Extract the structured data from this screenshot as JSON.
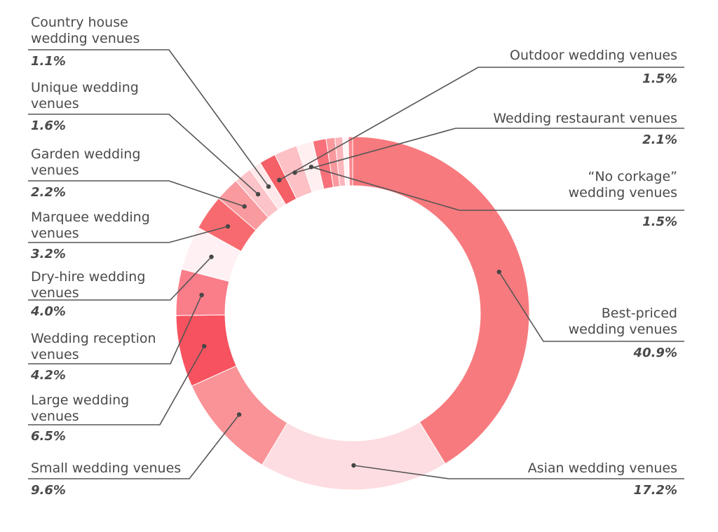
{
  "chart_data": {
    "type": "pie",
    "variant": "donut",
    "title": "",
    "legend": "none",
    "slices": [
      {
        "label": "Best-priced wedding venues",
        "value": 40.9,
        "value_label": "40.9%",
        "color": "#F77A7E"
      },
      {
        "label": "Asian wedding venues",
        "value": 17.2,
        "value_label": "17.2%",
        "color": "#FDDDE1"
      },
      {
        "label": "Small wedding venues",
        "value": 9.6,
        "value_label": "9.6%",
        "color": "#F99397"
      },
      {
        "label": "Large wedding venues",
        "value": 6.5,
        "value_label": "6.5%",
        "color": "#F7525F"
      },
      {
        "label": "Wedding reception venues",
        "value": 4.2,
        "value_label": "4.2%",
        "color": "#FA7D8A"
      },
      {
        "label": "Dry-hire wedding venues",
        "value": 4.0,
        "value_label": "4.0%",
        "color": "#FFF1F3"
      },
      {
        "label": "Marquee wedding venues",
        "value": 3.2,
        "value_label": "3.2%",
        "color": "#F76B70"
      },
      {
        "label": "Garden wedding venues",
        "value": 2.2,
        "value_label": "2.2%",
        "color": "#F99A9E"
      },
      {
        "label": "Unique wedding venues",
        "value": 1.6,
        "value_label": "1.6%",
        "color": "#FCC4C8"
      },
      {
        "label": "Country house wedding venues",
        "value": 1.1,
        "value_label": "1.1%",
        "color": "#FFE8EA"
      },
      {
        "label": "Outdoor wedding venues",
        "value": 1.5,
        "value_label": "1.5%",
        "color": "#F55F66"
      },
      {
        "label": "Wedding restaurant venues",
        "value": 2.1,
        "value_label": "2.1%",
        "color": "#FCC0C5"
      },
      {
        "label": "“No corkage” wedding venues",
        "value": 1.5,
        "value_label": "1.5%",
        "color": "#FFEFF1"
      },
      {
        "label": "",
        "value": 1.2,
        "value_label": "",
        "color": "#F7707A"
      },
      {
        "label": "",
        "value": 0.8,
        "value_label": "",
        "color": "#F9999E"
      },
      {
        "label": "",
        "value": 0.7,
        "value_label": "",
        "color": "#FBB6BB"
      },
      {
        "label": "",
        "value": 0.5,
        "value_label": "",
        "color": "#FFF5F6"
      },
      {
        "label": "",
        "value": 0.4,
        "value_label": "",
        "color": "#FA8A90"
      }
    ],
    "labels": [
      {
        "slice": 0,
        "lines": [
          "Best-priced",
          "wedding venues"
        ],
        "value": "40.9%",
        "side": "right"
      },
      {
        "slice": 1,
        "lines": [
          "Asian wedding venues"
        ],
        "value": "17.2%",
        "side": "right"
      },
      {
        "slice": 2,
        "lines": [
          "Small wedding venues"
        ],
        "value": "9.6%",
        "side": "left"
      },
      {
        "slice": 3,
        "lines": [
          "Large wedding",
          "venues"
        ],
        "value": "6.5%",
        "side": "left"
      },
      {
        "slice": 4,
        "lines": [
          "Wedding reception",
          "venues"
        ],
        "value": "4.2%",
        "side": "left"
      },
      {
        "slice": 5,
        "lines": [
          "Dry-hire wedding",
          "venues"
        ],
        "value": "4.0%",
        "side": "left"
      },
      {
        "slice": 6,
        "lines": [
          "Marquee wedding",
          "venues"
        ],
        "value": "3.2%",
        "side": "left"
      },
      {
        "slice": 7,
        "lines": [
          "Garden wedding",
          "venues"
        ],
        "value": "2.2%",
        "side": "left"
      },
      {
        "slice": 8,
        "lines": [
          "Unique wedding",
          "venues"
        ],
        "value": "1.6%",
        "side": "left"
      },
      {
        "slice": 9,
        "lines": [
          "Country house",
          "wedding venues"
        ],
        "value": "1.1%",
        "side": "left"
      },
      {
        "slice": 10,
        "lines": [
          "Outdoor wedding venues"
        ],
        "value": "1.5%",
        "side": "right"
      },
      {
        "slice": 11,
        "lines": [
          "Wedding restaurant venues"
        ],
        "value": "2.1%",
        "side": "right"
      },
      {
        "slice": 12,
        "lines": [
          "“No corkage”",
          "wedding venues"
        ],
        "value": "1.5%",
        "side": "right"
      }
    ]
  }
}
